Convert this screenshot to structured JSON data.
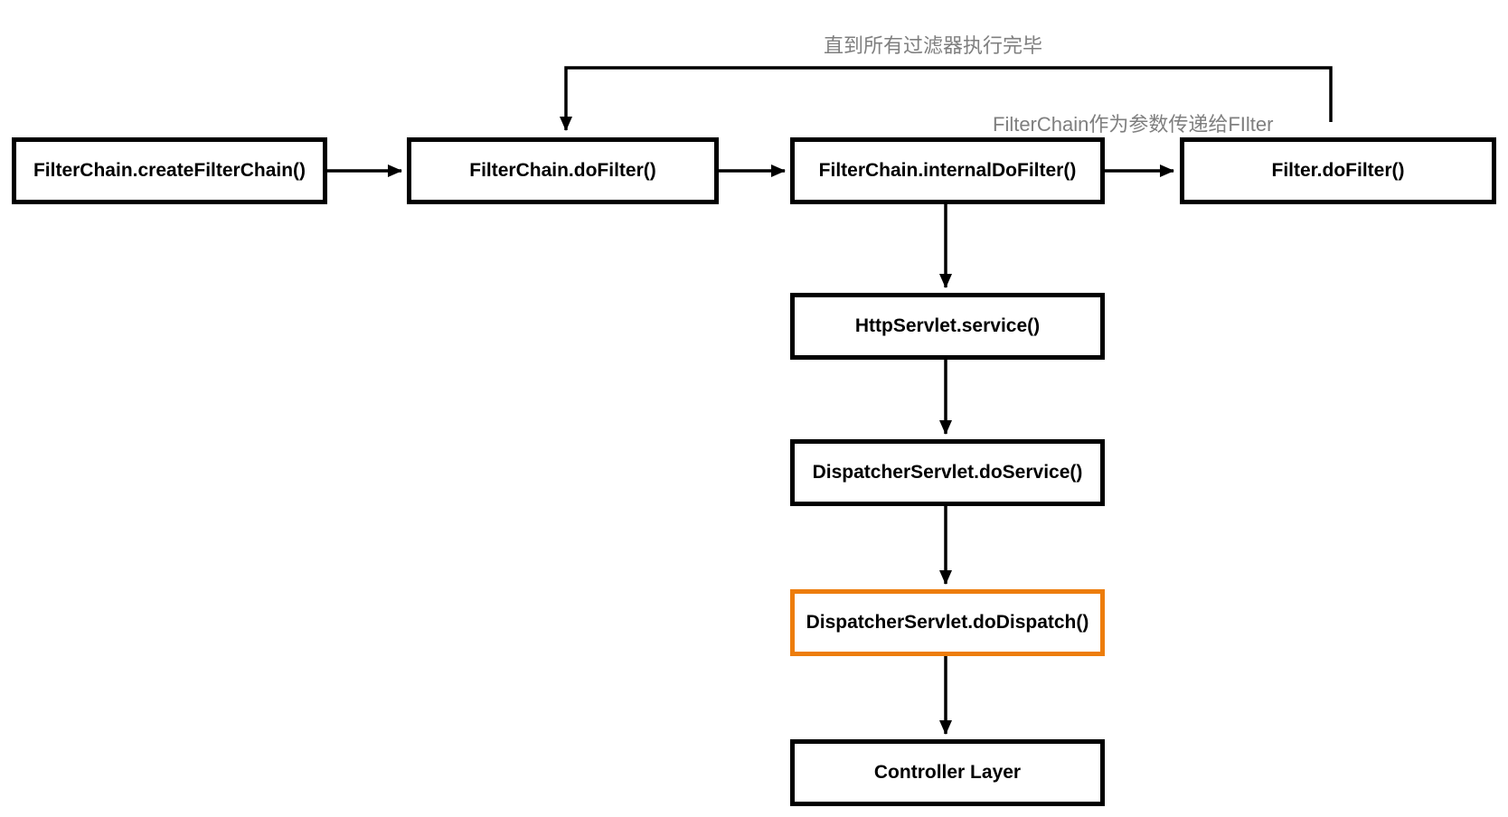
{
  "colors": {
    "box_border": "#000000",
    "highlight_border": "#ED7D0C",
    "annotation_text": "#7F7F7F",
    "box_text": "#000000",
    "background": "#FFFFFF"
  },
  "nodes": {
    "create_filter_chain": {
      "label": "FilterChain.createFilterChain()"
    },
    "filter_chain_do_filter": {
      "label": "FilterChain.doFilter()"
    },
    "internal_do_filter": {
      "label": "FilterChain.internalDoFilter()"
    },
    "filter_do_filter": {
      "label": "Filter.doFilter()"
    },
    "http_servlet_service": {
      "label": "HttpServlet.service()"
    },
    "dispatcher_do_service": {
      "label": "DispatcherServlet.doService()"
    },
    "dispatcher_do_dispatch": {
      "label": "DispatcherServlet.doDispatch()",
      "highlighted": "true"
    },
    "controller_layer": {
      "label": "Controller Layer"
    }
  },
  "annotations": {
    "loop_label": "直到所有过滤器执行完毕",
    "param_label": "FilterChain作为参数传递给FIlter"
  },
  "edges": [
    {
      "from": "create_filter_chain",
      "to": "filter_chain_do_filter"
    },
    {
      "from": "filter_chain_do_filter",
      "to": "internal_do_filter"
    },
    {
      "from": "internal_do_filter",
      "to": "filter_do_filter"
    },
    {
      "from": "filter_do_filter",
      "to": "filter_chain_do_filter",
      "label": "直到所有过滤器执行完毕"
    },
    {
      "from": "internal_do_filter",
      "to": "http_servlet_service"
    },
    {
      "from": "http_servlet_service",
      "to": "dispatcher_do_service"
    },
    {
      "from": "dispatcher_do_service",
      "to": "dispatcher_do_dispatch"
    },
    {
      "from": "dispatcher_do_dispatch",
      "to": "controller_layer"
    }
  ]
}
